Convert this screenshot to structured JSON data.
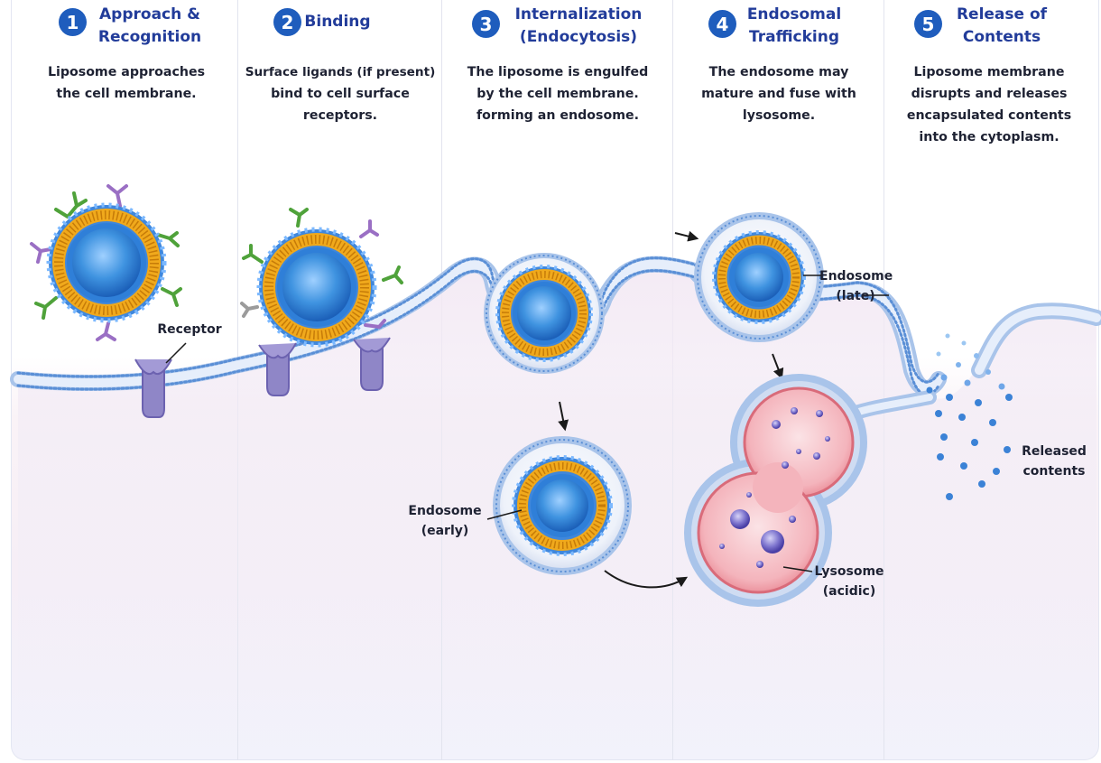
{
  "steps": [
    {
      "number": "1",
      "title_line1": "Approach &",
      "title_line2": "Recognition",
      "description_lines": [
        "Liposome approaches",
        "the cell membrane."
      ]
    },
    {
      "number": "2",
      "title_line1": "Binding",
      "title_line2": "",
      "description_lines": [
        "Surface ligands (if present)",
        "bind to cell surface",
        "receptors."
      ]
    },
    {
      "number": "3",
      "title_line1": "Internalization",
      "title_line2": "(Endocytosis)",
      "description_lines": [
        "The liposome is engulfed",
        "by the cell membrane.",
        "forming an endosome."
      ]
    },
    {
      "number": "4",
      "title_line1": "Endosomal",
      "title_line2": "Trafficking",
      "description_lines": [
        "The endosome may",
        "mature and fuse with",
        "lysosome."
      ]
    },
    {
      "number": "5",
      "title_line1": "Release of",
      "title_line2": "Contents",
      "description_lines": [
        "Liposome membrane",
        "disrupts and releases",
        "encapsulated contents",
        "into the cytoplasm."
      ]
    }
  ],
  "labels": {
    "receptor": "Receptor",
    "endosome_early_line1": "Endosome",
    "endosome_early_line2": "(early)",
    "endosome_late_line1": "Endosome",
    "endosome_late_line2": "(late)",
    "lysosome_line1": "Lysosome",
    "lysosome_line2": "(acidic)",
    "released_line1": "Released",
    "released_line2": "contents"
  },
  "colors": {
    "step_badge": "#1f5dbd",
    "title": "#223c9a",
    "membrane": "#a9c4ea",
    "liposome_core": "#3f93e0",
    "lipid_tails": "#f0a91c",
    "receptor": "#8f86c7",
    "ligand_green": "#4fa23a",
    "ligand_purple": "#9a6fc4",
    "lysosome": "#f2a3ad"
  }
}
